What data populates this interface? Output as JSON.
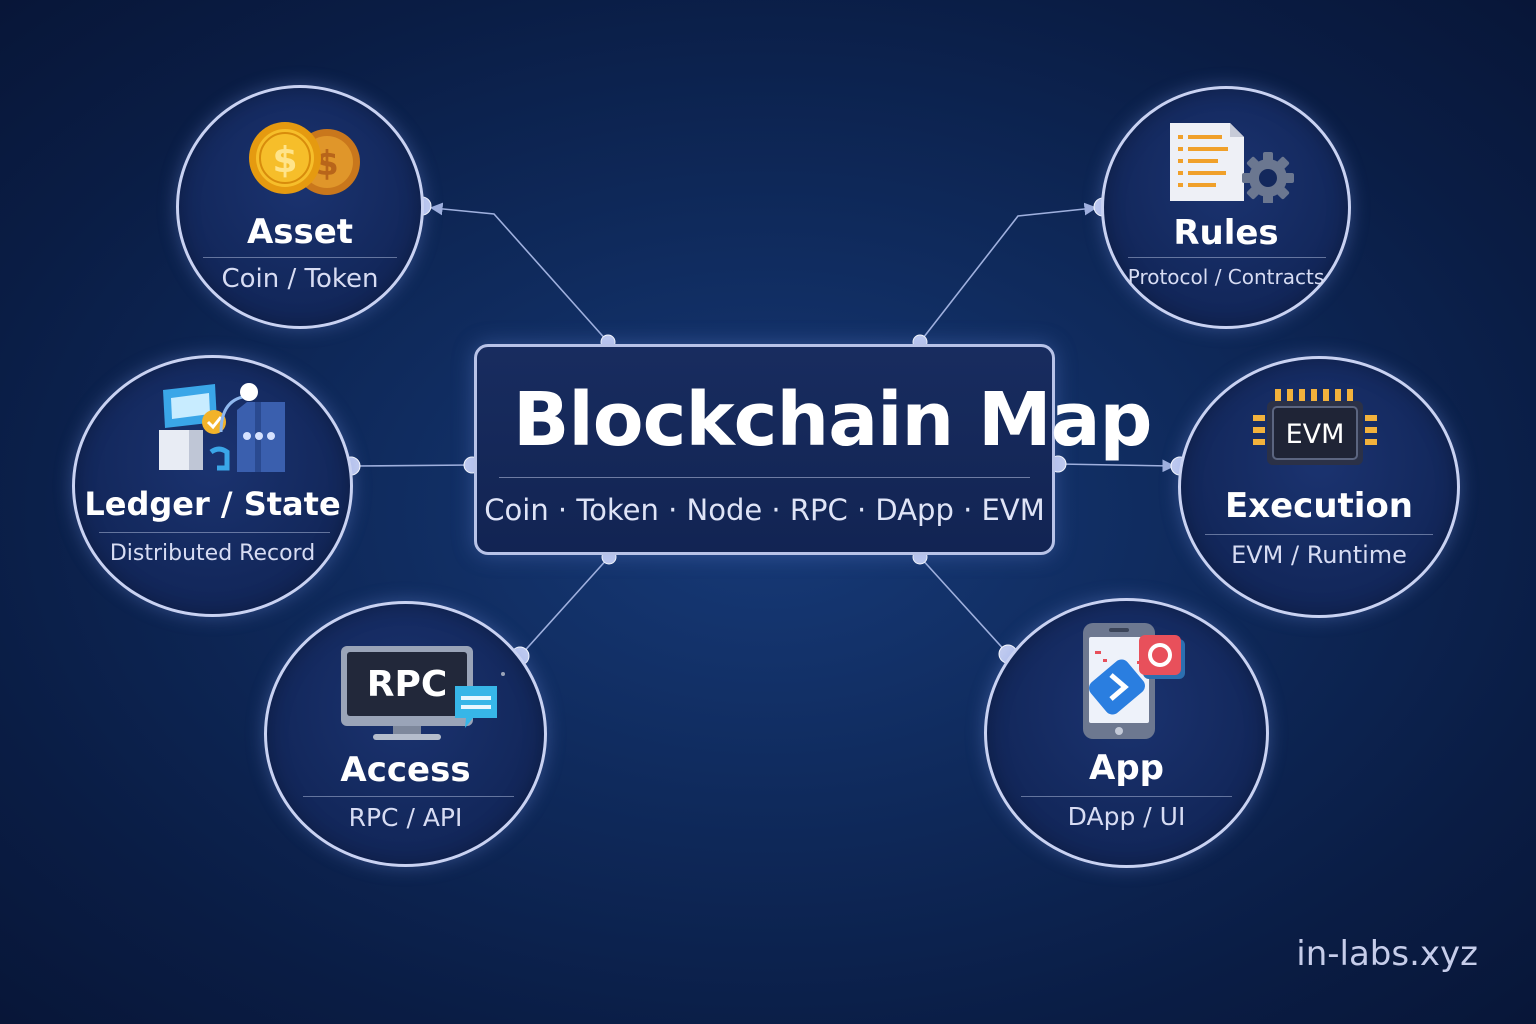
{
  "hub": {
    "title": "Blockchain Map",
    "keywords": "Coin · Token · Node · RPC · DApp · EVM"
  },
  "nodes": {
    "asset": {
      "title": "Asset",
      "subtitle": "Coin / Token",
      "icon": "coins-icon"
    },
    "rules": {
      "title": "Rules",
      "subtitle": "Protocol / Contracts",
      "icon": "document-gear-icon"
    },
    "ledger": {
      "title": "Ledger / State",
      "subtitle": "Distributed Record",
      "icon": "ledger-lock-icon"
    },
    "execution": {
      "title": "Execution",
      "subtitle": "EVM / Runtime",
      "icon": "chip-icon",
      "icon_label": "EVM"
    },
    "access": {
      "title": "Access",
      "subtitle": "RPC / API",
      "icon": "monitor-chat-icon",
      "icon_label": "RPC"
    },
    "app": {
      "title": "App",
      "subtitle": "DApp / UI",
      "icon": "phone-app-icon"
    }
  },
  "footer": "in-labs.xyz",
  "colors": {
    "background": "#0f2a5c",
    "border": "#c9d2f2",
    "connector": "#9fb0de",
    "coin": "#f3b21b",
    "chat_accent": "#37b6e8"
  }
}
